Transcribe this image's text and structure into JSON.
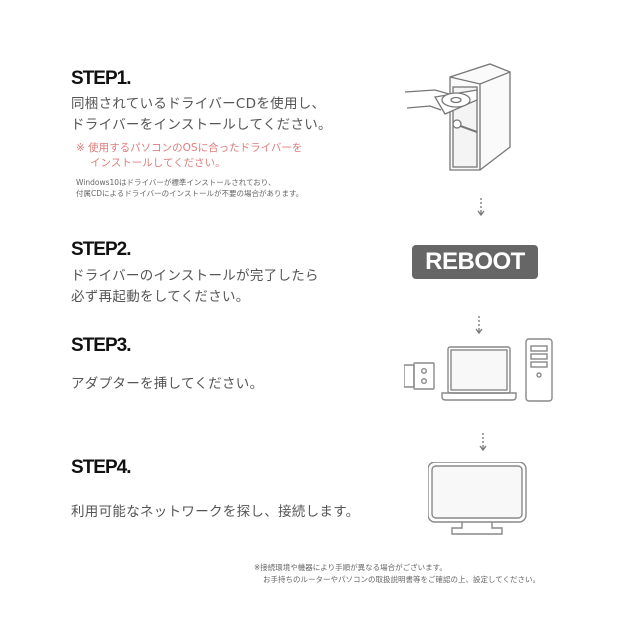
{
  "steps": [
    {
      "title": "STEP1.",
      "lines": [
        "同梱されているドライバーCDを使用し、",
        "ドライバーをインストールしてください。"
      ],
      "warning": [
        "※ 使用するパソコンのOSに合ったドライバーを",
        "インストールしてください。"
      ],
      "note": [
        "Windows10はドライバーが標準インストールされており、",
        "付属CDによるドライバーのインストールが不要の場合があります。"
      ],
      "illustration": "desktop-pc-cd-icon"
    },
    {
      "title": "STEP2.",
      "lines": [
        "ドライバーのインストールが完了したら",
        "必ず再起動をしてください。"
      ],
      "badge": "REBOOT"
    },
    {
      "title": "STEP3.",
      "lines": [
        "アダプターを挿してください。"
      ],
      "illustration": "usb-adapter-laptop-tower-icon"
    },
    {
      "title": "STEP4.",
      "lines": [
        "利用可能なネットワークを探し、接続します。"
      ],
      "illustration": "monitor-icon"
    }
  ],
  "footer": [
    "※接続環境や機器により手順が異なる場合がございます。",
    "お手持ちのルーターやパソコンの取扱説明書等をご確認の上、設定してください。"
  ],
  "colors": {
    "text": "#555555",
    "heading": "#111111",
    "warning": "#e07c7c",
    "badge_bg": "#666666",
    "line_art": "#888888"
  }
}
